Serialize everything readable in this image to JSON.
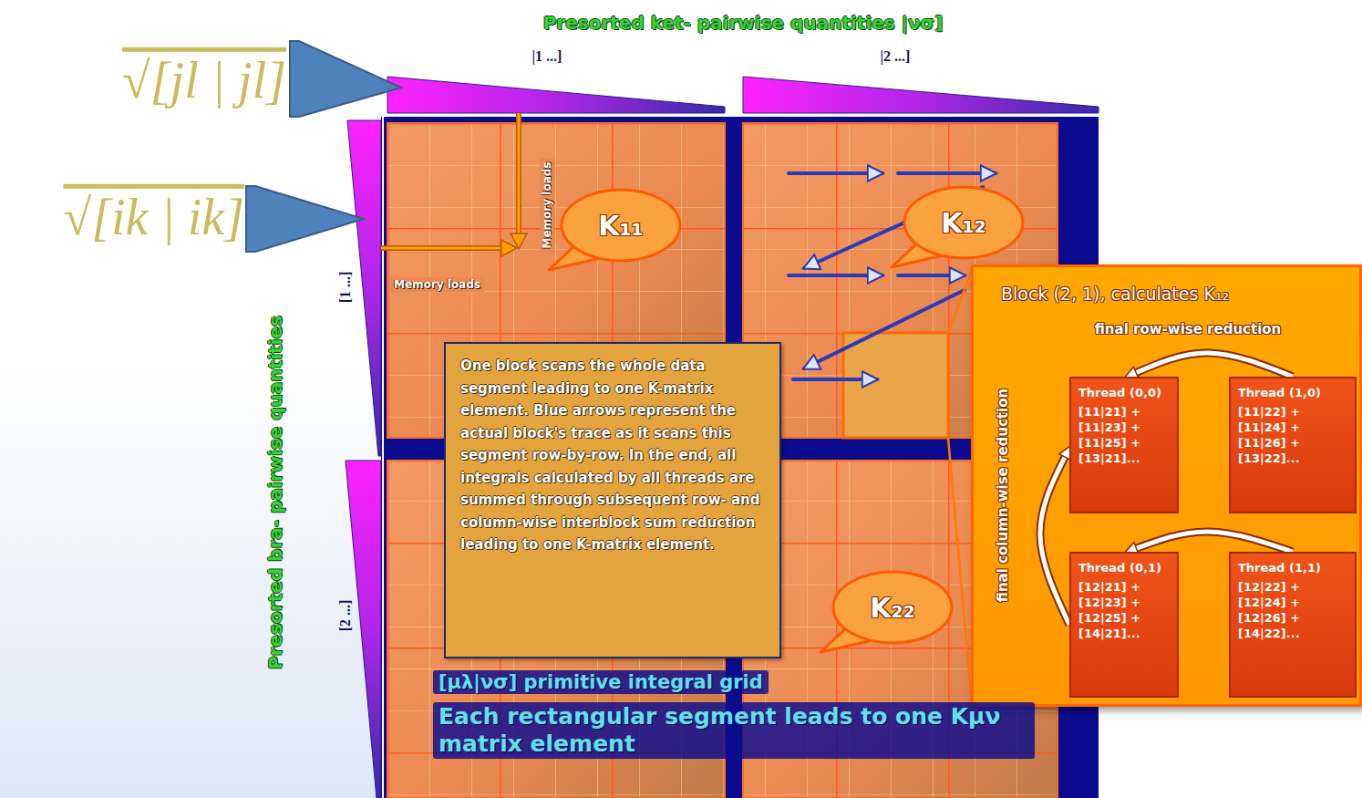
{
  "diagram": {
    "nodes": [
      {
        "text": [
          "K₁₁"
        ]
      },
      {
        "text": [
          "K₁₂"
        ]
      },
      {
        "text": [
          "One block scans the whole data segment leading to one K-matrix element. Blue arrows represent the actual block's trace as it scans this segment row-by-row. In the end, all integrals calculated by all threads are summed through subsequent row- and column-wise interblock sum reduction leading to one K-matrix element."
        ]
      },
      {
        "text": [
          "K₂₂"
        ]
      },
      {
        "text": [
          "Block (2, 1), calculates K₁₂",
          "final row-wise reduction",
          "final column-wise reduction"
        ]
      },
      {
        "text": [
          "Thread (0,0)",
          "[11|21] + [11|23] + [11|25] + [13|21]..."
        ],
        "in": 4
      },
      {
        "text": [
          "Thread (1,0)",
          "[11|22] + [11|24] + [11|26] + [13|22]..."
        ],
        "in": 4
      },
      {
        "text": [
          "Thread (0,1)",
          "[12|21] + [12|23] + [12|25] + [14|21]..."
        ],
        "in": 4
      },
      {
        "text": [
          "Thread (1,1)",
          "[12|22] + [12|24] + [12|26] + [14|22]..."
        ],
        "in": 4
      }
    ],
    "edges": [
      {
        "from": 6,
        "to": 5,
        "arrow": "to"
      },
      {
        "from": 8,
        "to": 7,
        "arrow": "to"
      },
      {
        "from": 7,
        "to": 5,
        "arrow": "to"
      }
    ],
    "labels": [
      "Presorted ket- pairwise quantities |νσ]",
      "|1 ...]",
      "|2 ...]",
      "√[jl | jl]",
      "√[ik | ik]",
      "Presorted bra- pairwise quantities",
      "[1 ...]",
      "[2 ...]",
      "Memory loads",
      "Memory loads",
      "[μλ|νσ] primitive integral grid",
      "Each rectangular segment leads to one Kμν matrix element"
    ]
  }
}
